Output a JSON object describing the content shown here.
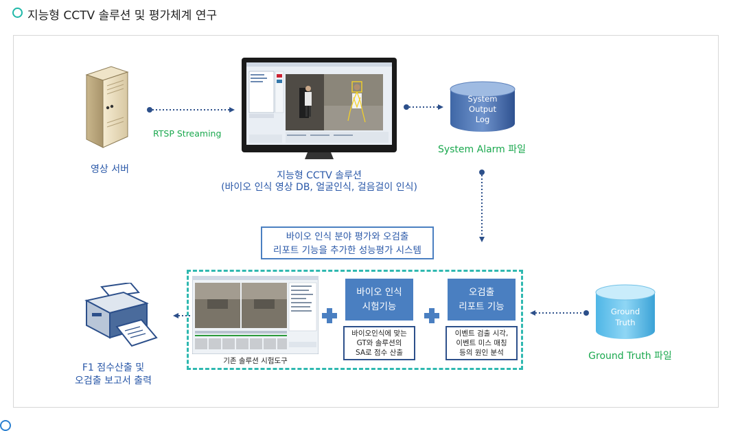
{
  "title": "지능형 CCTV 솔루션 및 평가체계 연구",
  "server": {
    "label": "영상 서버"
  },
  "streaming": {
    "label": "RTSP Streaming"
  },
  "cctv": {
    "line1": "지능형 CCTV 솔루션",
    "line2": "(바이오 인식 영상 DB, 얼굴인식, 걸음걸이 인식)"
  },
  "system_log": {
    "cyl_line1": "System",
    "cyl_line2": "Output",
    "cyl_line3": "Log",
    "label": "System Alarm 파일"
  },
  "evaluation": {
    "line1": "바이오 인식 분야 평가와 오검출",
    "line2": "리포트 기능을 추가한 성능평가 시스템"
  },
  "existing_tool": {
    "caption": "기존 솔루션 시험도구"
  },
  "bio_function": {
    "line1": "바이오 인식",
    "line2": "시험기능",
    "desc1": "바이오인식에 맞는",
    "desc2": "GT와 솔루션의",
    "desc3": "SA로 점수 산출"
  },
  "false_report": {
    "line1": "오검출",
    "line2": "리포트 기능",
    "desc1": "이벤트 검출 시각,",
    "desc2": "이벤트 미스 매칭",
    "desc3": "등의 원인 분석"
  },
  "ground_truth": {
    "cyl_line1": "Ground",
    "cyl_line2": "Truth",
    "label": "Ground Truth 파일"
  },
  "output": {
    "line1": "F1 점수산출 및",
    "line2": "오검출 보고서 출력"
  },
  "colors": {
    "accent_teal": "#1fb8a8",
    "blue": "#4a7fc1",
    "label_blue": "#2a58a8",
    "green": "#1aa84e",
    "dashed": "#2fb8b0"
  },
  "icons": [
    "server-icon",
    "monitor-icon",
    "database-icon",
    "printer-icon",
    "plus-icon",
    "arrow-icon"
  ]
}
